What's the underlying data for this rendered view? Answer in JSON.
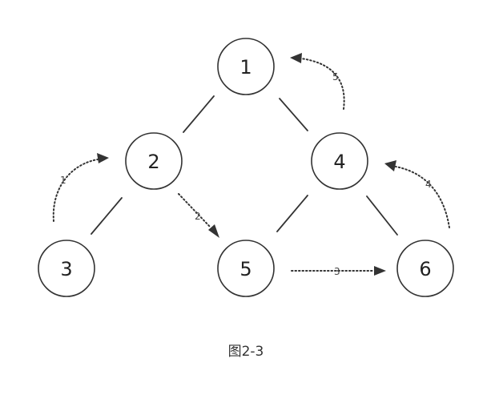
{
  "caption": "图2-3",
  "colors": {
    "stroke": "#333333",
    "text": "#222222",
    "background": "#ffffff"
  },
  "nodes": [
    {
      "id": "n1",
      "label": "1"
    },
    {
      "id": "n2",
      "label": "2"
    },
    {
      "id": "n3",
      "label": "3"
    },
    {
      "id": "n4",
      "label": "4"
    },
    {
      "id": "n5",
      "label": "5"
    },
    {
      "id": "n6",
      "label": "6"
    }
  ],
  "edges": [
    {
      "from": "1",
      "to": "2"
    },
    {
      "from": "1",
      "to": "4"
    },
    {
      "from": "2",
      "to": "3"
    },
    {
      "from": "4",
      "to": "5"
    },
    {
      "from": "4",
      "to": "6"
    }
  ],
  "traversal_steps": [
    {
      "label": "1",
      "from": "3",
      "to": "2"
    },
    {
      "label": "2",
      "from": "2",
      "to": "5"
    },
    {
      "label": "3",
      "from": "5",
      "to": "6"
    },
    {
      "label": "4",
      "from": "6",
      "to": "4"
    },
    {
      "label": "5",
      "from": "4",
      "to": "1"
    }
  ]
}
